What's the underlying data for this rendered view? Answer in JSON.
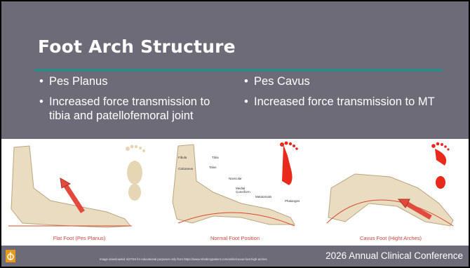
{
  "title": "Foot Arch Structure",
  "left_bullets": [
    "Pes Planus",
    "Increased force transmission to tibia and patellofemoral joint"
  ],
  "right_bullets": [
    "Pes Cavus",
    "Increased force transmission to MT"
  ],
  "panels": [
    {
      "caption": "Flat Foot (Pes Planus)"
    },
    {
      "caption": "Normal Foot Position"
    },
    {
      "caption": "Cavus Foot (Hight Arches)"
    }
  ],
  "bone_labels": [
    "Fibula",
    "Tibia",
    "Calcaneus",
    "Talus",
    "Navicular",
    "Medial Cuneiform",
    "Metatarsals",
    "Phalanges"
  ],
  "footer": {
    "conference": "2026 Annual Clinical Conference",
    "credit": "Image downloaded 4/27/26 for educational purposes only from https://www.rehabmypatient.com/ankle/cavus-foot-high-arches"
  },
  "colors": {
    "background": "#6e6b78",
    "accent_rule": "#2e8a86",
    "arrow": "#e04a3f",
    "print_red": "#e8291c",
    "print_beige": "#e6d6b3"
  }
}
